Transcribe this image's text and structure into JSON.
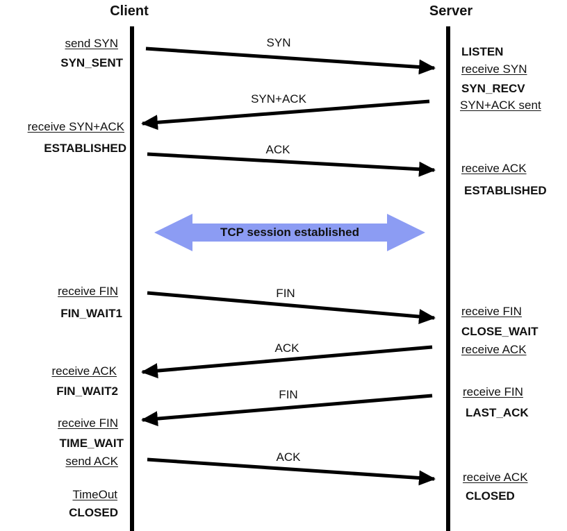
{
  "header": {
    "client": "Client",
    "server": "Server"
  },
  "session_label": "TCP session established",
  "colors": {
    "session_arrow": "#8c9cf3",
    "line": "#000000"
  },
  "messages": [
    {
      "label": "SYN",
      "direction": "to-server"
    },
    {
      "label": "SYN+ACK",
      "direction": "to-client"
    },
    {
      "label": "ACK",
      "direction": "to-server"
    },
    {
      "label": "FIN",
      "direction": "to-server"
    },
    {
      "label": "ACK",
      "direction": "to-client"
    },
    {
      "label": "FIN",
      "direction": "to-client"
    },
    {
      "label": "ACK",
      "direction": "to-server"
    }
  ],
  "client_labels": [
    {
      "text": "send SYN",
      "kind": "event"
    },
    {
      "text": "SYN_SENT",
      "kind": "state"
    },
    {
      "text": "receive SYN+ACK",
      "kind": "event"
    },
    {
      "text": "ESTABLISHED",
      "kind": "state"
    },
    {
      "text": "receive FIN",
      "kind": "event"
    },
    {
      "text": "FIN_WAIT1",
      "kind": "state"
    },
    {
      "text": "receive ACK",
      "kind": "event"
    },
    {
      "text": "FIN_WAIT2",
      "kind": "state"
    },
    {
      "text": "receive FIN",
      "kind": "event"
    },
    {
      "text": "TIME_WAIT",
      "kind": "state"
    },
    {
      "text": "send ACK",
      "kind": "event"
    },
    {
      "text": "TimeOut",
      "kind": "event"
    },
    {
      "text": "CLOSED",
      "kind": "state"
    }
  ],
  "server_labels": [
    {
      "text": "LISTEN",
      "kind": "state"
    },
    {
      "text": "receive SYN",
      "kind": "event"
    },
    {
      "text": "SYN_RECV",
      "kind": "state"
    },
    {
      "text": "SYN+ACK sent",
      "kind": "event"
    },
    {
      "text": "receive ACK",
      "kind": "event"
    },
    {
      "text": "ESTABLISHED",
      "kind": "state"
    },
    {
      "text": "receive FIN",
      "kind": "event"
    },
    {
      "text": "CLOSE_WAIT",
      "kind": "state"
    },
    {
      "text": "receive ACK",
      "kind": "event"
    },
    {
      "text": "receive FIN",
      "kind": "event"
    },
    {
      "text": "LAST_ACK",
      "kind": "state"
    },
    {
      "text": "receive ACK",
      "kind": "event"
    },
    {
      "text": "CLOSED",
      "kind": "state"
    }
  ]
}
